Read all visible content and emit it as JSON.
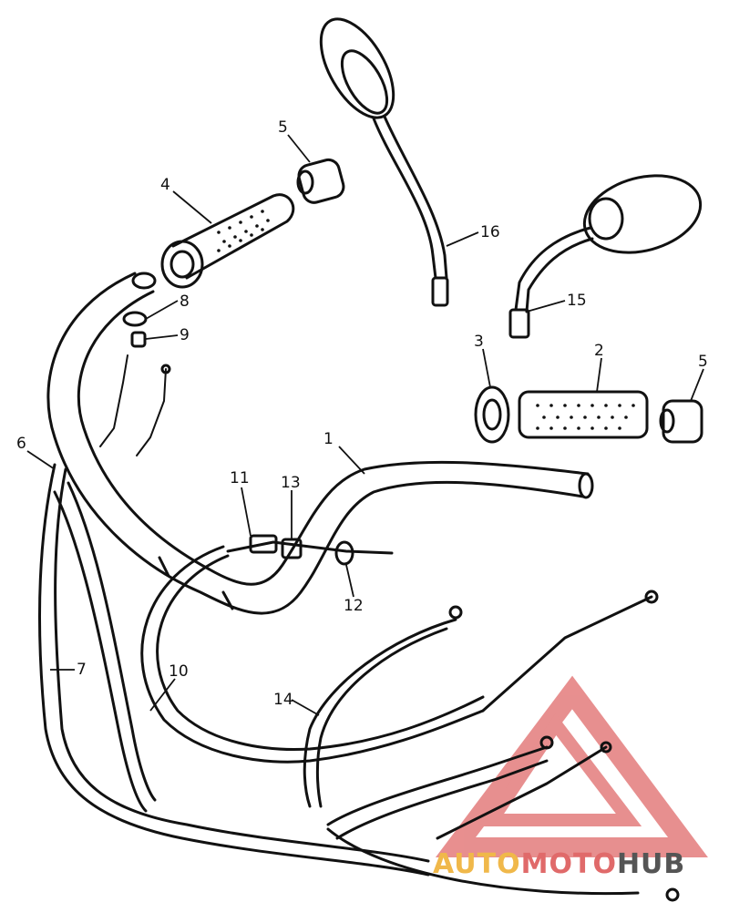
{
  "diagram": {
    "callouts": [
      {
        "id": "c1",
        "label": "1"
      },
      {
        "id": "c2",
        "label": "2"
      },
      {
        "id": "c3",
        "label": "3"
      },
      {
        "id": "c4",
        "label": "4"
      },
      {
        "id": "c5a",
        "label": "5"
      },
      {
        "id": "c5b",
        "label": "5"
      },
      {
        "id": "c6",
        "label": "6"
      },
      {
        "id": "c7",
        "label": "7"
      },
      {
        "id": "c8",
        "label": "8"
      },
      {
        "id": "c9",
        "label": "9"
      },
      {
        "id": "c10",
        "label": "10"
      },
      {
        "id": "c11",
        "label": "11"
      },
      {
        "id": "c12",
        "label": "12"
      },
      {
        "id": "c13",
        "label": "13"
      },
      {
        "id": "c14",
        "label": "14"
      },
      {
        "id": "c15",
        "label": "15"
      },
      {
        "id": "c16",
        "label": "16"
      }
    ]
  },
  "watermark": {
    "text_part1": "AUTO",
    "text_part2": "MOTO",
    "text_part3": "HUB",
    "color_primary": "#e06a6a",
    "color_secondary": "#f0b84a",
    "color_tertiary": "#555555"
  }
}
